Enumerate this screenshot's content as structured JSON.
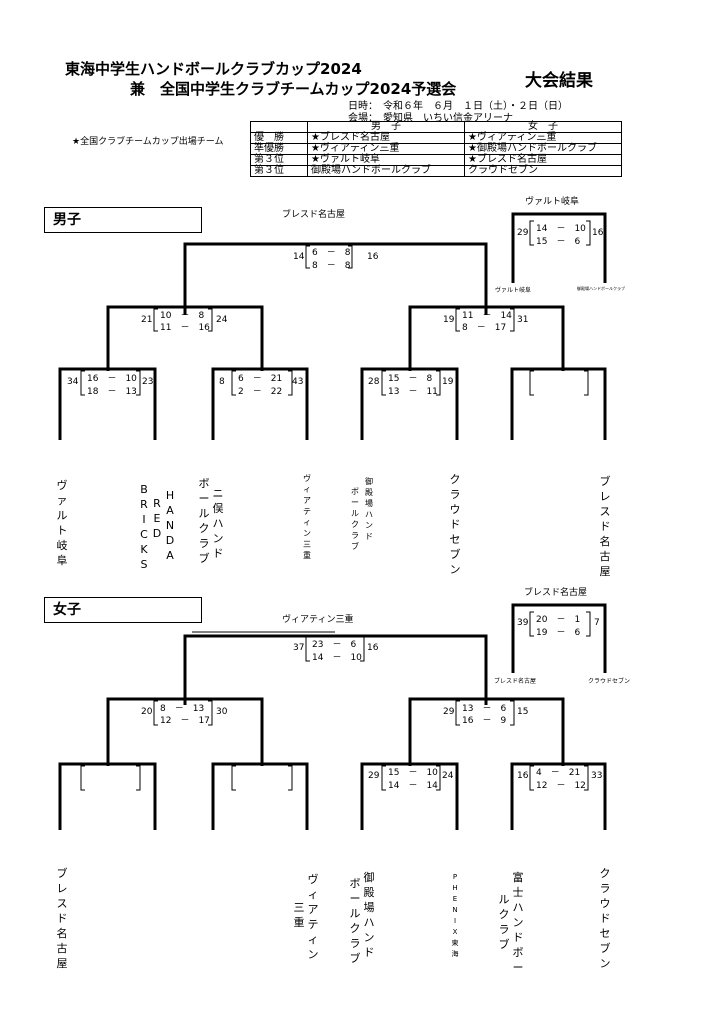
{
  "header": {
    "title_line1": "東海中学生ハンドボールクラブカップ2024",
    "title_line2": "兼　全国中学生クラブチームカップ2024予選会",
    "result_label": "大会結果",
    "date": "日時：　令和６年　６月　１日（土）・２日（日）",
    "venue": "会場：　愛知県　いちい信金アリーナ",
    "note": "★全国クラブチームカップ出場チーム"
  },
  "results_table": {
    "headers": [
      "",
      "男　子",
      "女　子"
    ],
    "rows": [
      [
        "優　勝",
        "★ブレスド名古屋",
        "★ヴィアティン三重"
      ],
      [
        "準優勝",
        "★ヴィアティン三重",
        "★御殿場ハンドボールクラブ"
      ],
      [
        "第３位",
        "★ヴァルト岐阜",
        "★ブレスド名古屋"
      ],
      [
        "第３位",
        "御殿場ハンドボールクラブ",
        "クラウドセブン"
      ]
    ]
  },
  "boys": {
    "label": "男子",
    "final_winner": "ブレスド名古屋",
    "final": {
      "left": "14",
      "right": "16",
      "half1": "6　－　8",
      "half2": "8　－　8"
    },
    "semi_left": {
      "left": "21",
      "right": "24",
      "half1": "10　－　8",
      "half2": "11　－　16"
    },
    "semi_right": {
      "left": "19",
      "right": "31",
      "half1": "11　－　14",
      "half2": "8　－　17"
    },
    "qf1": {
      "left": "34",
      "right": "23",
      "half1": "16　－　10",
      "half2": "18　－　13"
    },
    "qf2": {
      "left": "8",
      "right": "43",
      "half1": "6　－　21",
      "half2": "2　－　22"
    },
    "qf3": {
      "left": "28",
      "right": "19",
      "half1": "15　－　8",
      "half2": "13　－　11"
    },
    "third": {
      "winner": "ヴァルト岐阜",
      "left": "29",
      "right": "16",
      "half1": "14　－　10",
      "half2": "15　－　6",
      "team_left": "ヴァルト岐阜",
      "team_right": "御殿場ハンドボールクラブ"
    },
    "teams": [
      "ヴァルト岐阜",
      "HANDA",
      "RED",
      "BRICKS",
      "ニ俣ハンド",
      "ボールクラブ",
      "ヴィアティン三重",
      "御殿場ハンド",
      "ボールクラブ",
      "クラウドセブン",
      "ブレスド名古屋"
    ]
  },
  "girls": {
    "label": "女子",
    "final_winner": "ヴィアティン三重",
    "final": {
      "left": "37",
      "right": "16",
      "half1": "23　－　6",
      "half2": "14　－　10"
    },
    "semi_left": {
      "left": "20",
      "right": "30",
      "half1": "8　－　13",
      "half2": "12　－　17"
    },
    "semi_right": {
      "left": "29",
      "right": "15",
      "half1": "13　－　6",
      "half2": "16　－　9"
    },
    "qf3": {
      "left": "29",
      "right": "24",
      "half1": "15　－　10",
      "half2": "14　－　14"
    },
    "qf4": {
      "left": "16",
      "right": "33",
      "half1": "4　－　21",
      "half2": "12　－　12"
    },
    "third": {
      "winner": "ブレスド名古屋",
      "left": "39",
      "right": "7",
      "half1": "20　－　1",
      "half2": "19　－　6",
      "team_left": "ブレスド名古屋",
      "team_right": "クラウドセブン"
    },
    "teams": [
      "ブレスド名古屋",
      "ヴィアティン",
      "三重",
      "御殿場ハンド",
      "ボールクラブ",
      "PHENIX東海",
      "富士ハンドボー",
      "ルクラブ",
      "クラウドセブン"
    ]
  }
}
